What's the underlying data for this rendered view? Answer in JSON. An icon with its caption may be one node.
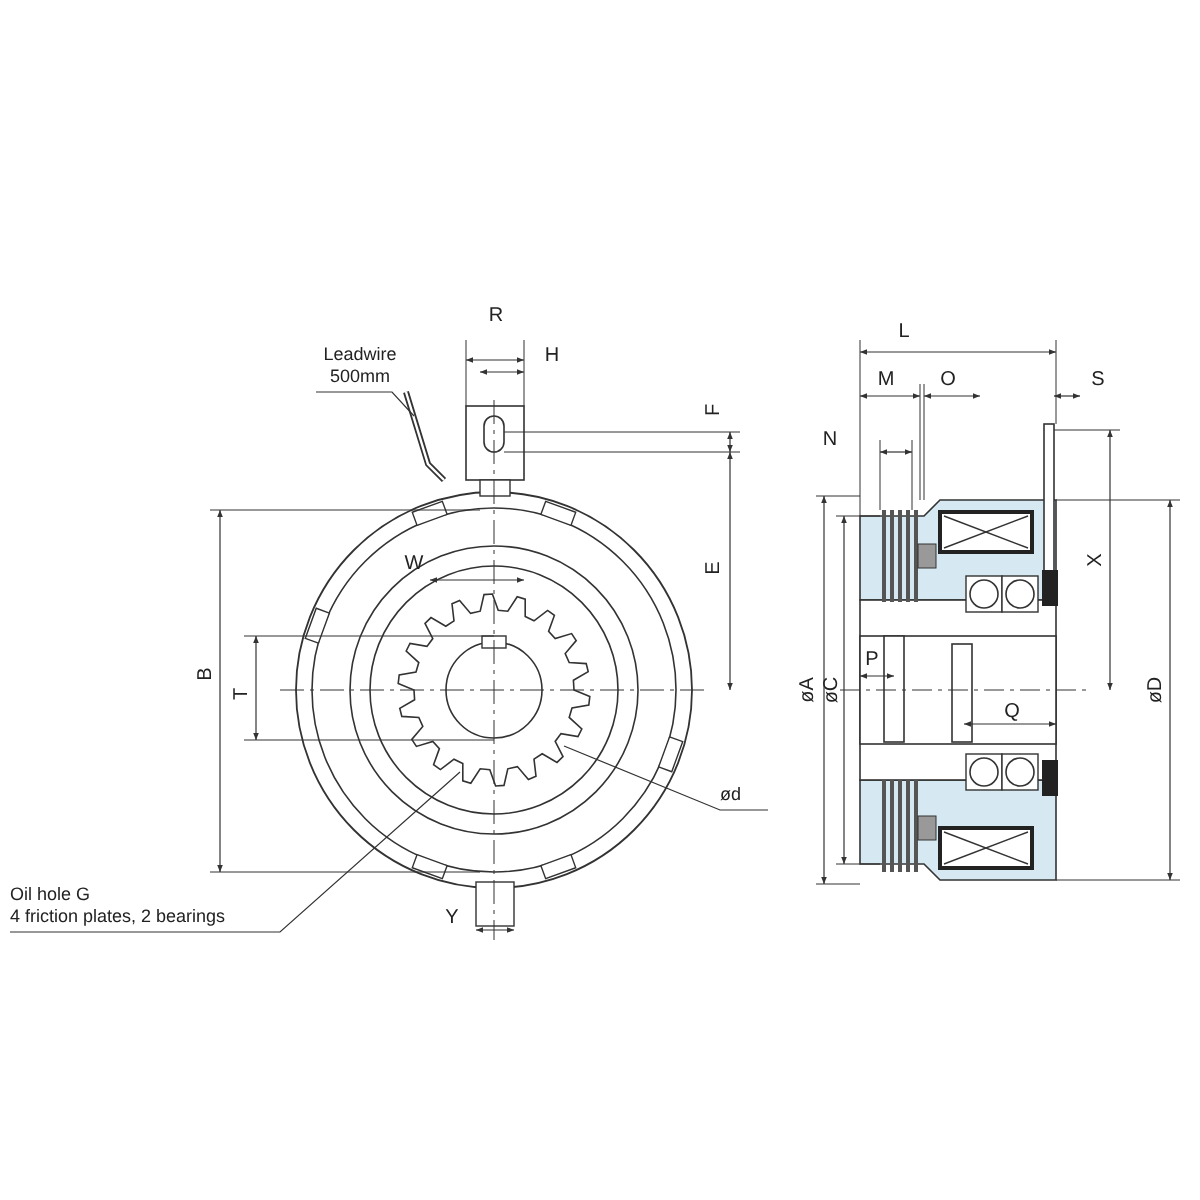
{
  "diagram": {
    "nodes": [
      {
        "text": [
          "Leadwire 500mm"
        ]
      },
      {
        "text": [
          "Oil hole G",
          "4 friction plates, 2 bearings"
        ]
      },
      {
        "text": [
          "ød"
        ]
      }
    ],
    "edges": [
      {
        "from": 0,
        "to": null,
        "arrow": "none"
      },
      {
        "from": 1,
        "to": null,
        "arrow": "none"
      },
      {
        "from": 2,
        "to": null,
        "arrow": "none"
      }
    ],
    "labels": [
      "R",
      "H",
      "L",
      "M",
      "O",
      "S",
      "F",
      "N",
      "W",
      "E",
      "X",
      "B",
      "T",
      "øA",
      "øC",
      "P",
      "Q",
      "øD",
      "Y"
    ]
  }
}
